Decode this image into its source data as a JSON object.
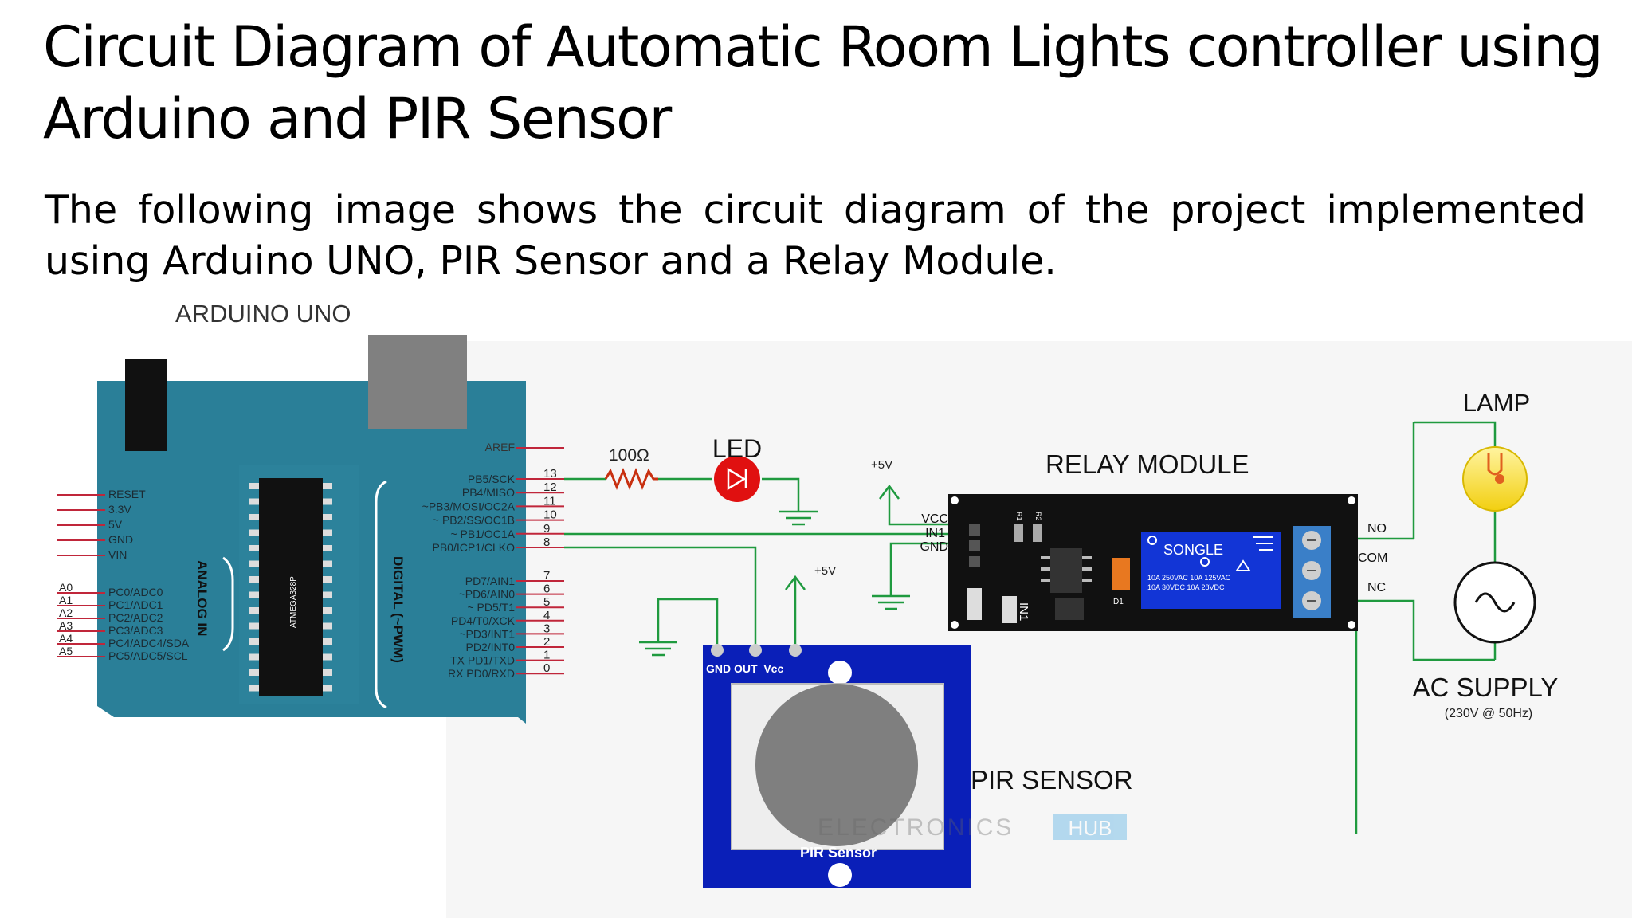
{
  "slide": {
    "title": "Circuit Diagram of Automatic Room Lights controller using Arduino and PIR Sensor",
    "body": "The following image shows the circuit diagram of the project implemented using Arduino UNO, PIR Sensor and a Relay Module."
  },
  "diagram": {
    "arduino": {
      "label": "ARDUINO UNO",
      "chip": "ATMEGA328P",
      "analog_label": "ANALOG IN",
      "digital_label": "DIGITAL (~PWM)",
      "power_pins": [
        "RESET",
        "3.3V",
        "5V",
        "GND",
        "VIN"
      ],
      "analog_pins": [
        {
          "ext": "A0",
          "int": "PC0/ADC0"
        },
        {
          "ext": "A1",
          "int": "PC1/ADC1"
        },
        {
          "ext": "A2",
          "int": "PC2/ADC2"
        },
        {
          "ext": "A3",
          "int": "PC3/ADC3"
        },
        {
          "ext": "A4",
          "int": "PC4/ADC4/SDA"
        },
        {
          "ext": "A5",
          "int": "PC5/ADC5/SCL"
        }
      ],
      "aref": "AREF",
      "digital_pins_top": [
        {
          "num": "13",
          "name": "PB5/SCK"
        },
        {
          "num": "12",
          "name": "PB4/MISO"
        },
        {
          "num": "11",
          "name": "~PB3/MOSI/OC2A"
        },
        {
          "num": "10",
          "name": "~ PB2/SS/OC1B"
        },
        {
          "num": "9",
          "name": "~ PB1/OC1A"
        },
        {
          "num": "8",
          "name": "PB0/ICP1/CLKO"
        }
      ],
      "digital_pins_bottom": [
        {
          "num": "7",
          "name": "PD7/AIN1"
        },
        {
          "num": "6",
          "name": "~PD6/AIN0"
        },
        {
          "num": "5",
          "name": "~ PD5/T1"
        },
        {
          "num": "4",
          "name": "PD4/T0/XCK"
        },
        {
          "num": "3",
          "name": "~PD3/INT1"
        },
        {
          "num": "2",
          "name": "PD2/INT0"
        },
        {
          "num": "1",
          "name": "TX  PD1/TXD"
        },
        {
          "num": "0",
          "name": "RX  PD0/RXD"
        }
      ]
    },
    "resistor_label": "100Ω",
    "led_label": "LED",
    "vplus_relay": "+5V",
    "vplus_pir": "+5V",
    "relay": {
      "label": "RELAY MODULE",
      "pins": [
        "VCC",
        "IN1",
        "GND"
      ],
      "brand": "SONGLE",
      "rating1": "10A  250VAC   10A 125VAC",
      "rating2": "10A   30VDC   10A 28VDC",
      "in_label": "IN1",
      "d_label": "D1",
      "r1": "R1",
      "r2": "R2",
      "contacts": [
        "NO",
        "COM",
        "NC"
      ]
    },
    "lamp_label": "LAMP",
    "ac": {
      "label": "AC SUPPLY",
      "spec": "(230V @ 50Hz)"
    },
    "pir": {
      "label": "PIR SENSOR",
      "pins": "GND OUT  Vcc",
      "board_label": "PIR Sensor"
    },
    "watermark": {
      "text": "ELECTRONICS",
      "badge": "HUB"
    }
  },
  "colors": {
    "arduino_board": "#2a7f98",
    "pin_wire": "#c0263a",
    "green_wire": "#1f9a3f",
    "relay_board": "#111111",
    "relay_cube": "#1235d6",
    "pir_board": "#0a1fb8",
    "lamp": "#f7dc2a",
    "led": "#e01010"
  }
}
